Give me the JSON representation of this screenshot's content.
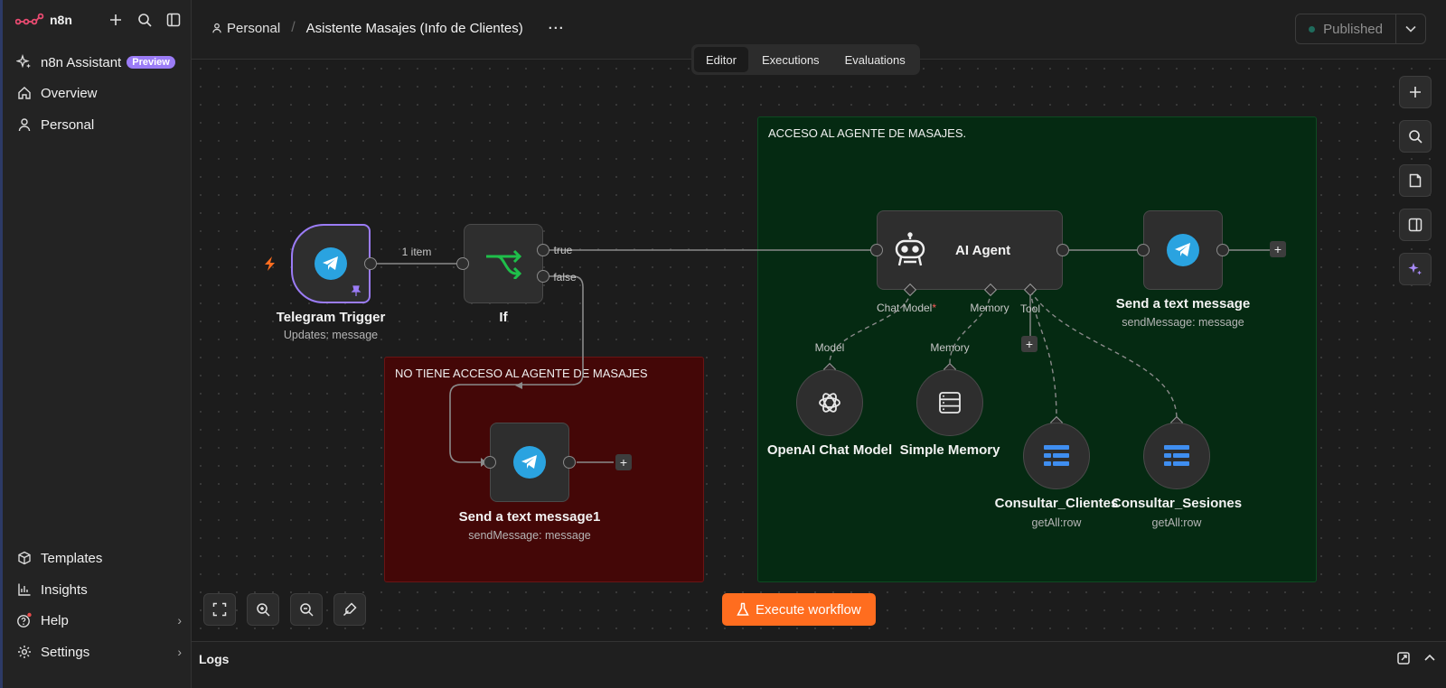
{
  "app": {
    "name": "n8n"
  },
  "sidebar": {
    "assistant": {
      "label": "n8n Assistant",
      "badge": "Preview"
    },
    "top_items": [
      {
        "label": "Overview",
        "icon": "home-icon"
      },
      {
        "label": "Personal",
        "icon": "user-icon"
      }
    ],
    "bottom_items": [
      {
        "label": "Templates",
        "icon": "box-icon"
      },
      {
        "label": "Insights",
        "icon": "bar-chart-icon"
      },
      {
        "label": "Help",
        "icon": "help-icon"
      },
      {
        "label": "Settings",
        "icon": "gear-icon"
      }
    ]
  },
  "header": {
    "breadcrumb_project": "Personal",
    "workflow_title": "Asistente Masajes (Info de Clientes)",
    "more": "···",
    "status_label": "Published",
    "tabs": [
      {
        "label": "Editor",
        "active": true
      },
      {
        "label": "Executions",
        "active": false
      },
      {
        "label": "Evaluations",
        "active": false
      }
    ]
  },
  "canvas": {
    "sticky_notes": [
      {
        "text": "ACCESO AL AGENTE DE MASAJES.",
        "color": "#052a12"
      },
      {
        "text": "NO TIENE ACCESO AL AGENTE DE MASAJES",
        "color": "#440707"
      }
    ],
    "connection_labels": {
      "items": "1 item",
      "true": "true",
      "false": "false"
    },
    "nodes": {
      "telegram_trigger": {
        "title": "Telegram Trigger",
        "subtitle": "Updates: message"
      },
      "if": {
        "title": "If"
      },
      "ai_agent": {
        "title": "AI Agent",
        "inputs": [
          "Chat Model",
          "Memory",
          "Tool"
        ],
        "required_mark": "*"
      },
      "send_text": {
        "title": "Send a text message",
        "subtitle": "sendMessage: message"
      },
      "send_text1": {
        "title": "Send a text message1",
        "subtitle": "sendMessage: message"
      },
      "openai": {
        "title": "OpenAI Chat Model",
        "port_label": "Model"
      },
      "memory": {
        "title": "Simple Memory",
        "port_label": "Memory"
      },
      "clientes": {
        "title": "Consultar_Clientes",
        "subtitle": "getAll:row"
      },
      "sesiones": {
        "title": "Consultar_Sesiones",
        "subtitle": "getAll:row"
      }
    },
    "execute_label": "Execute workflow"
  },
  "logs": {
    "label": "Logs"
  },
  "colors": {
    "accent": "#ff6d1f",
    "telegram": "#2aa3e0",
    "trigger_border": "#9b7cf6",
    "if_green": "#1fbf4a",
    "table_blue": "#3f8ef0"
  }
}
